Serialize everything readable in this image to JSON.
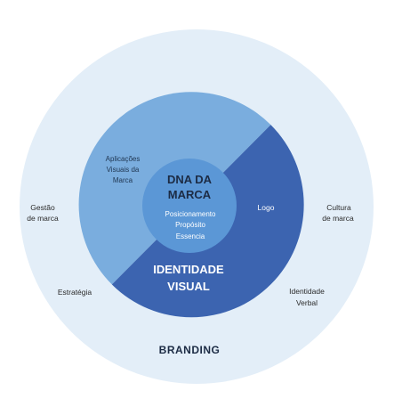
{
  "colors": {
    "background": "#ffffff",
    "outer_ring": "#e3eef8",
    "light_half": "#7aadde",
    "dark_half": "#3c64b0",
    "center_circle": "#5b97d6"
  },
  "outer_labels": {
    "branding": "BRANDING",
    "gestao_line1": "Gestão",
    "gestao_line2": "de marca",
    "estrategia": "Estratégia",
    "cultura_line1": "Cultura",
    "cultura_line2": "de marca",
    "identidade_verbal_line1": "Identidade",
    "identidade_verbal_line2": "Verbal"
  },
  "middle_labels": {
    "aplicacoes_line1": "Aplicações",
    "aplicacoes_line2": "Visuais da",
    "aplicacoes_line3": "Marca",
    "logo": "Logo",
    "identidade_visual_line1": "IDENTIDADE",
    "identidade_visual_line2": "VISUAL"
  },
  "center": {
    "title_line1": "DNA DA",
    "title_line2": "MARCA",
    "item1": "Posicionamento",
    "item2": "Propósito",
    "item3": "Essencia"
  }
}
